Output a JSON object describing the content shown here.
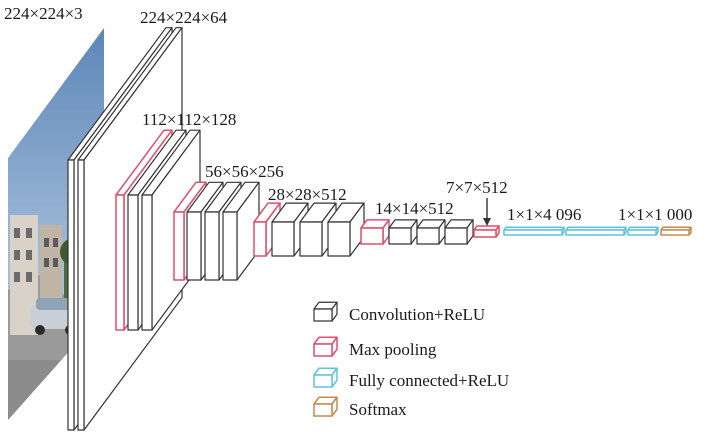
{
  "colors": {
    "conv": "#333333",
    "pool": "#e04f6b",
    "fc": "#5fc3dc",
    "softmax": "#c98a4b",
    "block_fill": "#ffffff"
  },
  "labels": {
    "input": "224×224×3",
    "conv1": "224×224×64",
    "conv2": "112×112×128",
    "conv3": "56×56×256",
    "conv4": "28×28×512",
    "conv5": "14×14×512",
    "pool5": "7×7×512",
    "fc1": "1×1×4 096",
    "fc3": "1×1×1 000"
  },
  "legend": {
    "conv": "Convolution+ReLU",
    "pool": "Max pooling",
    "fc": "Fully connected+ReLU",
    "softmax": "Softmax"
  },
  "icons": {
    "input_image": "street-photo-image",
    "pointer": "down-arrow-icon"
  }
}
